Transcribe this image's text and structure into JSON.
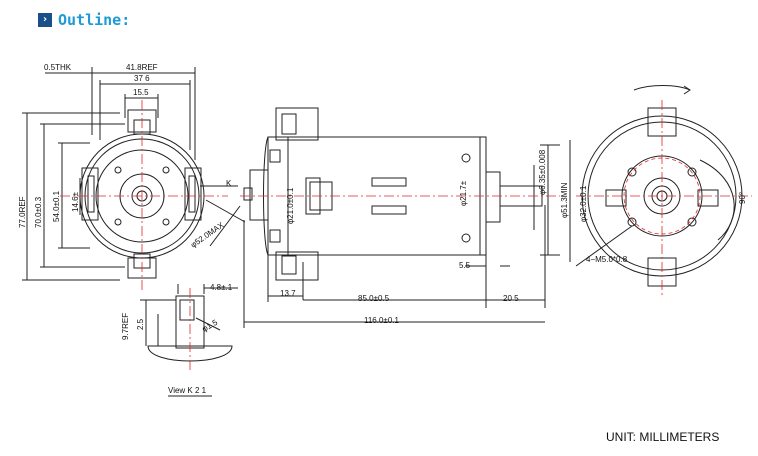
{
  "header": {
    "title": "Outline:",
    "icon": "chevron-right-icon",
    "title_color": "#1e9ad6",
    "icon_color": "#1a4f8a"
  },
  "dimensions": {
    "thickness": "0.5THK",
    "width_ref": "41.8REF",
    "width_37_6": "37 6",
    "width_15_5": "15.5",
    "height_77": "77.0REF",
    "height_70": "70.0±0.3",
    "height_54": "54.0±0.1",
    "height_14_6": "14.6±",
    "dia_52": "φ52.0MAX",
    "view_marker": "K",
    "dia_21": "φ21.0±0.1",
    "dia_21_7": "φ21.7±",
    "dia_6_35": "φ6.35±0.008",
    "dia_51_3": "φ51.3MIN",
    "len_5_5": "5.5",
    "len_13_7": "13.7",
    "len_85": "85.0±0.5",
    "len_20_5": "20 5",
    "len_116": "116.0±0.1",
    "dia_32": "φ32.0±0.1",
    "angle_90": "90°",
    "holes": "4−M5.0*0.8",
    "term_4_8": "4.8±.1",
    "term_9_7": "9.7REF",
    "term_2_5": "2.5",
    "term_dia_1_5": "φ1.5",
    "view_label": "View  K  2 1"
  },
  "footer": {
    "unit": "UNIT: MILLIMETERS"
  },
  "colors": {
    "line": "#222222",
    "centerline": "#e0292b"
  }
}
